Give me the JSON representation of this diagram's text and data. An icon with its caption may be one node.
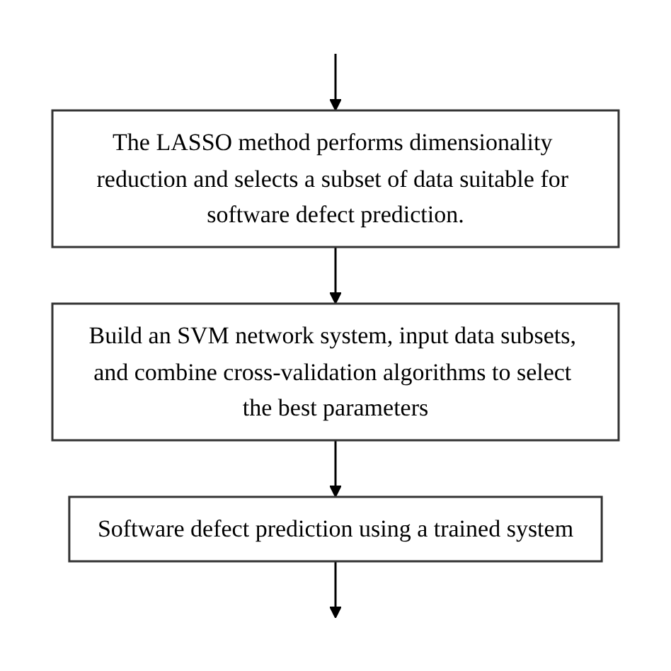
{
  "diagram": {
    "nodes": [
      {
        "text": [
          "The LASSO method performs dimensionality reduction and selects a subset of data suitable for software defect prediction."
        ]
      },
      {
        "text": [
          "Build an SVM network system, input data subsets, and combine cross-validation algorithms to select the best parameters"
        ]
      },
      {
        "text": [
          "Software defect prediction using a trained system"
        ]
      }
    ],
    "edges": [
      {
        "from": null,
        "to": 0,
        "arrow": "to"
      },
      {
        "from": 0,
        "to": 1,
        "arrow": "to"
      },
      {
        "from": 1,
        "to": 2,
        "arrow": "to"
      },
      {
        "from": 2,
        "to": null,
        "arrow": "to"
      }
    ]
  }
}
